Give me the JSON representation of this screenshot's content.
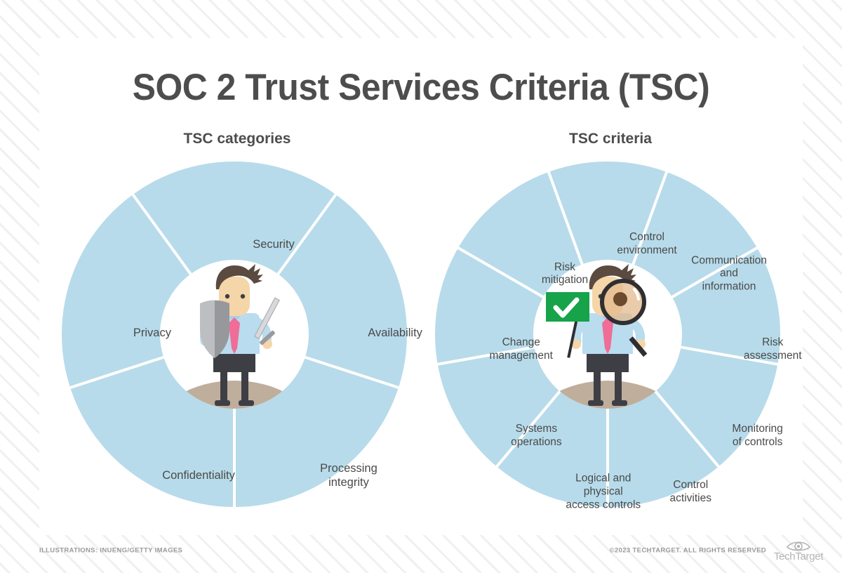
{
  "page": {
    "title": "SOC 2 Trust Services Criteria (TSC)",
    "accent_blue": "#b7dbea",
    "hub_white": "#ffffff",
    "ground_tan": "#bfae9c",
    "text_gray": "#4a4a4a",
    "title_gray": "#4d4d4d",
    "footer_gray": "#9a9a9a",
    "check_green": "#16a34a",
    "tie_pink": "#ef6d96",
    "shirt_blue": "#b9dcef",
    "hair_brown": "#5b4a3f",
    "skin": "#f5d6a8",
    "shield_gray": "#a9aaad",
    "card_bg": "#ffffff",
    "page_bg": "#fdfdfd"
  },
  "left_chart": {
    "subtitle": "TSC categories",
    "center_icon": "businessman-with-shield-and-sword-icon"
  },
  "right_chart": {
    "subtitle": "TSC criteria",
    "center_icon": "businessman-with-checkmark-sign-and-magnifying-glass-icon"
  },
  "footer": {
    "credit": "ILLUSTRATIONS: INUENG/GETTY IMAGES",
    "copyright": "©2023 TECHTARGET. ALL RIGHTS RESERVED",
    "logo_word": "TechTarget",
    "logo_icon": "eye-icon"
  },
  "chart_data": [
    {
      "type": "pie",
      "title": "TSC categories",
      "legend_position": "inside-slices",
      "grid": false,
      "categories": [
        "Security",
        "Availability",
        "Processing integrity",
        "Confidentiality",
        "Privacy"
      ],
      "values": [
        20,
        20,
        20,
        20,
        20
      ],
      "labels": [
        {
          "text": "Security",
          "angle_deg": 0,
          "lines": [
            "Security"
          ]
        },
        {
          "text": "Availability",
          "angle_deg": 72,
          "lines": [
            "Availability"
          ]
        },
        {
          "text": "Processing integrity",
          "angle_deg": 144,
          "lines": [
            "Processing",
            "integrity"
          ]
        },
        {
          "text": "Confidentiality",
          "angle_deg": 216,
          "lines": [
            "Confidentiality"
          ]
        },
        {
          "text": "Privacy",
          "angle_deg": 288,
          "lines": [
            "Privacy"
          ]
        }
      ],
      "donut_hole_ratio": 0.43,
      "slice_color": "#b7dbea",
      "divider_color": "#ffffff"
    },
    {
      "type": "pie",
      "title": "TSC criteria",
      "legend_position": "inside-slices",
      "grid": false,
      "categories": [
        "Control environment",
        "Communication and information",
        "Risk assessment",
        "Monitoring of controls",
        "Control activities",
        "Logical and physical access controls",
        "Systems operations",
        "Change management",
        "Risk mitigation"
      ],
      "values": [
        11.1,
        11.1,
        11.1,
        11.1,
        11.1,
        11.1,
        11.1,
        11.1,
        11.1
      ],
      "labels": [
        {
          "text": "Control environment",
          "angle_deg": 0,
          "lines": [
            "Control",
            "environment"
          ]
        },
        {
          "text": "Communication and information",
          "angle_deg": 40,
          "lines": [
            "Communication",
            "and",
            "information"
          ]
        },
        {
          "text": "Risk assessment",
          "angle_deg": 80,
          "lines": [
            "Risk",
            "assessment"
          ]
        },
        {
          "text": "Monitoring of controls",
          "angle_deg": 120,
          "lines": [
            "Monitoring",
            "of controls"
          ]
        },
        {
          "text": "Control activities",
          "angle_deg": 160,
          "lines": [
            "Control",
            "activities"
          ]
        },
        {
          "text": "Logical and physical access controls",
          "angle_deg": 200,
          "lines": [
            "Logical and",
            "physical",
            "access controls"
          ]
        },
        {
          "text": "Systems operations",
          "angle_deg": 240,
          "lines": [
            "Systems",
            "operations"
          ]
        },
        {
          "text": "Change management",
          "angle_deg": 280,
          "lines": [
            "Change",
            "management"
          ]
        },
        {
          "text": "Risk mitigation",
          "angle_deg": 320,
          "lines": [
            "Risk",
            "mitigation"
          ]
        }
      ],
      "donut_hole_ratio": 0.43,
      "slice_color": "#b7dbea",
      "divider_color": "#ffffff"
    }
  ]
}
